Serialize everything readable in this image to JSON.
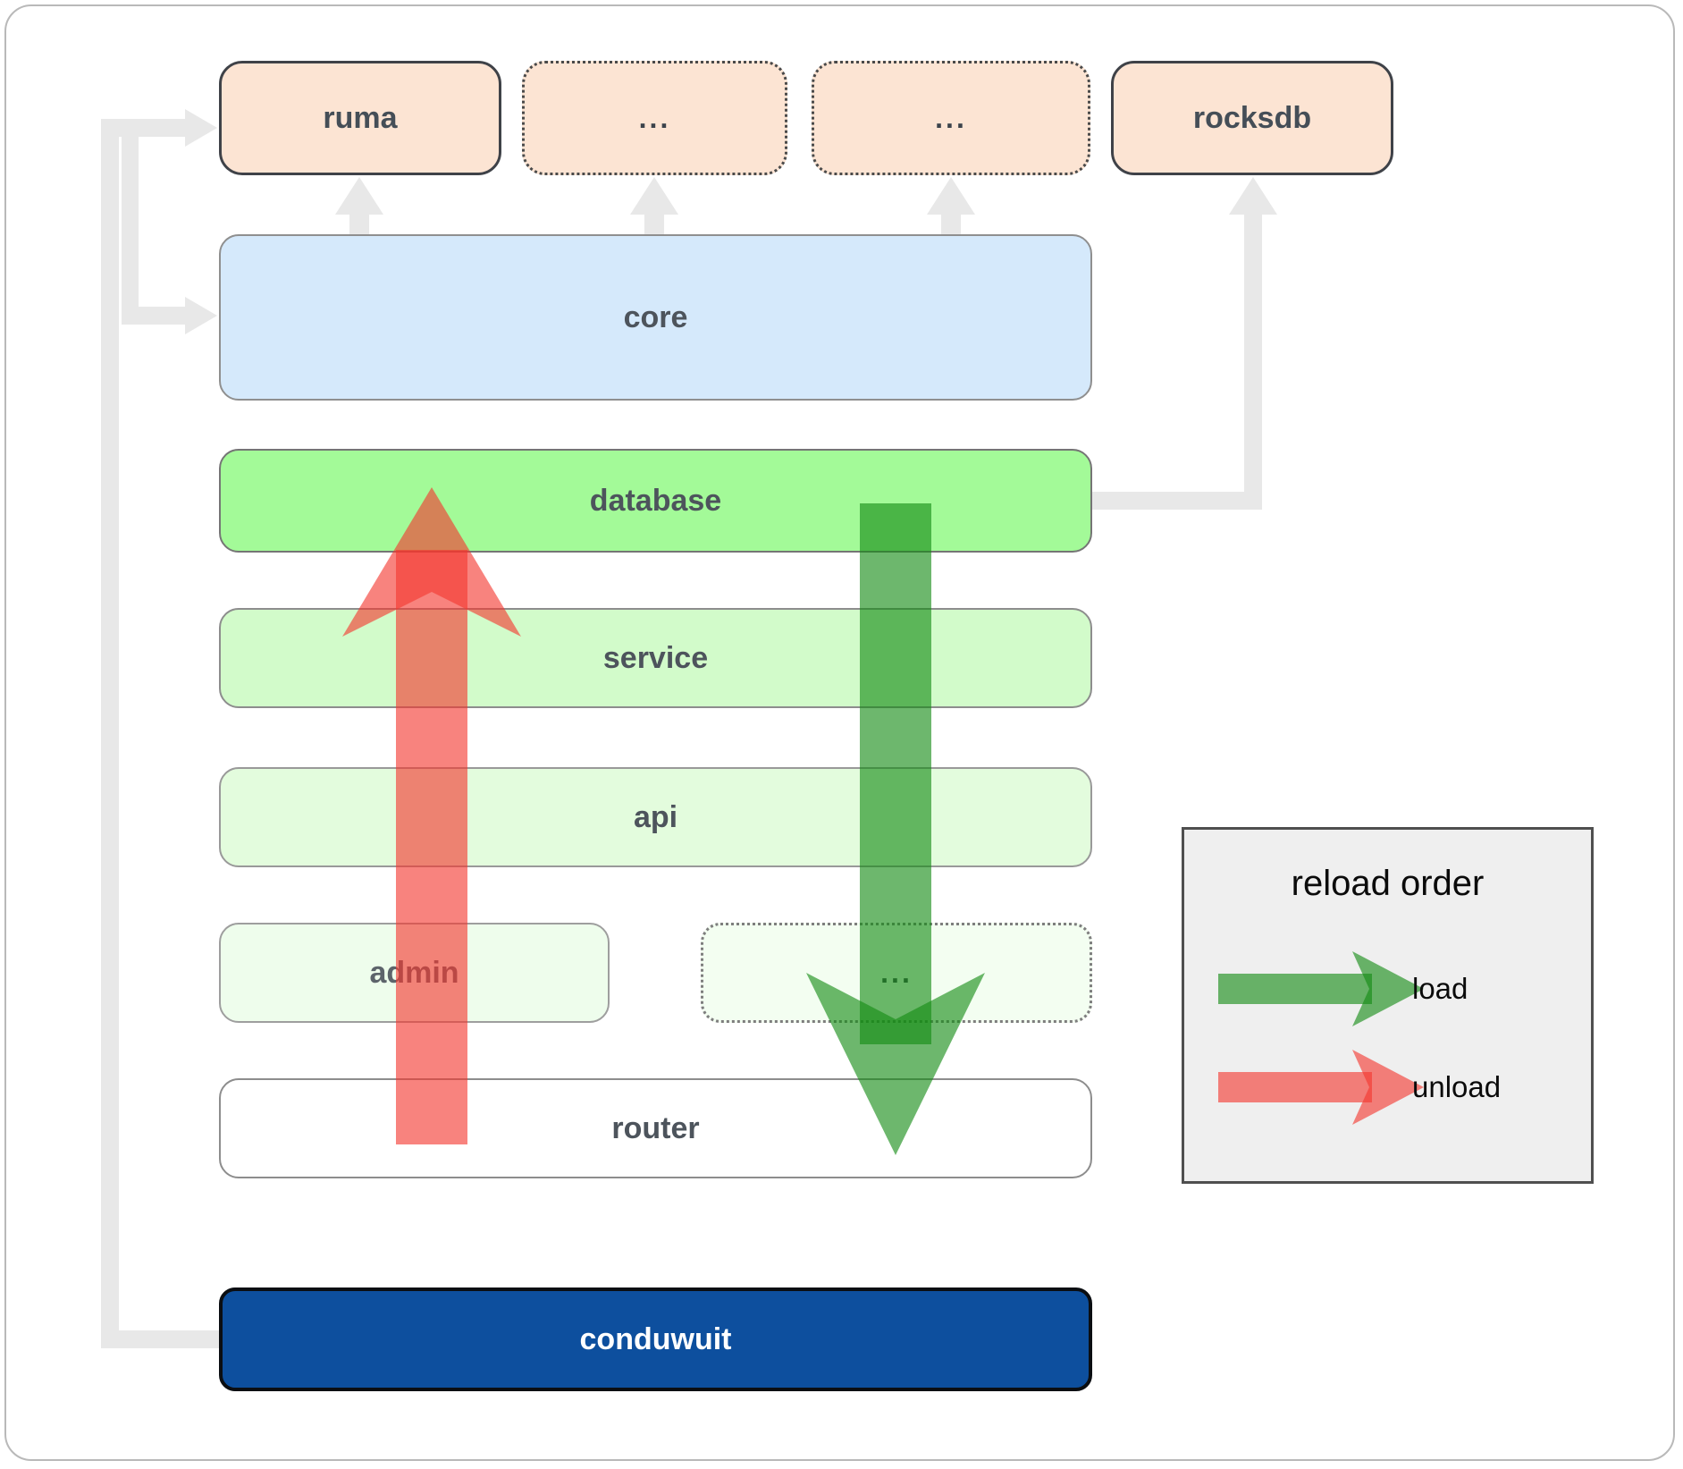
{
  "diagram": {
    "title_hint": "conduwuit architecture / reload order diagram",
    "nodes": {
      "ruma": {
        "label": "ruma"
      },
      "ellipsis1": {
        "label": "..."
      },
      "ellipsis2": {
        "label": "..."
      },
      "rocksdb": {
        "label": "rocksdb"
      },
      "core": {
        "label": "core"
      },
      "database": {
        "label": "database"
      },
      "service": {
        "label": "service"
      },
      "api": {
        "label": "api"
      },
      "admin": {
        "label": "admin"
      },
      "ellipsis3": {
        "label": "..."
      },
      "router": {
        "label": "router"
      },
      "conduwuit": {
        "label": "conduwuit"
      }
    },
    "legend": {
      "title": "reload order",
      "items": [
        {
          "label": "load",
          "color": "#149314",
          "arrow_direction": "right"
        },
        {
          "label": "unload",
          "color": "#f43a30",
          "arrow_direction": "right"
        }
      ]
    },
    "colors": {
      "peach_fill": "#fce4d3",
      "core_fill": "#d5e9fb",
      "database_fill": "#a3fa98",
      "service_fill": "#d2fbca",
      "api_fill": "#e3fcdd",
      "admin_fill": "#eefdec",
      "router_fill": "#ffffff",
      "conduwuit_fill": "#0d4f9e",
      "connector_gray": "#e8e8e8",
      "load_green_base": "rgba(20,139,20,0.62)",
      "unload_red_base": "rgba(244,55,47,0.62)",
      "legend_bg": "#efefef"
    }
  }
}
